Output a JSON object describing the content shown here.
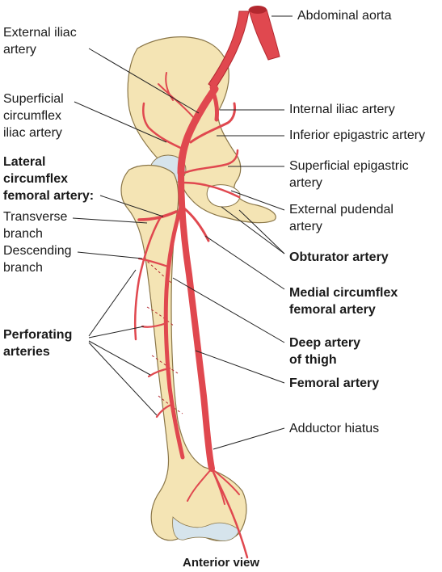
{
  "labels": {
    "abdominal_aorta": "Abdominal aorta",
    "external_iliac": "External iliac\nartery",
    "superficial_circumflex": "Superficial\ncircumflex\niliac artery",
    "lateral_circumflex": "Lateral\ncircumflex\nfemoral artery:",
    "transverse_branch": "Transverse\nbranch",
    "descending_branch": "Descending\nbranch",
    "perforating": "Perforating\narteries",
    "internal_iliac": "Internal iliac artery",
    "inferior_epigastric": "Inferior epigastric artery",
    "superficial_epigastric": "Superficial epigastric\nartery",
    "external_pudendal": "External pudendal\nartery",
    "obturator": "Obturator artery",
    "medial_circumflex": "Medial circumflex\nfemoral artery",
    "deep_artery": "Deep artery\nof thigh",
    "femoral": "Femoral artery",
    "adductor_hiatus": "Adductor hiatus"
  },
  "caption": "Anterior view",
  "colors": {
    "bone": "#f4e4b4",
    "bone_shade": "#e3c98c",
    "artery": "#e0484f",
    "artery_dark": "#b3282f",
    "cartilage": "#d6e4ec",
    "leader": "#222222"
  }
}
